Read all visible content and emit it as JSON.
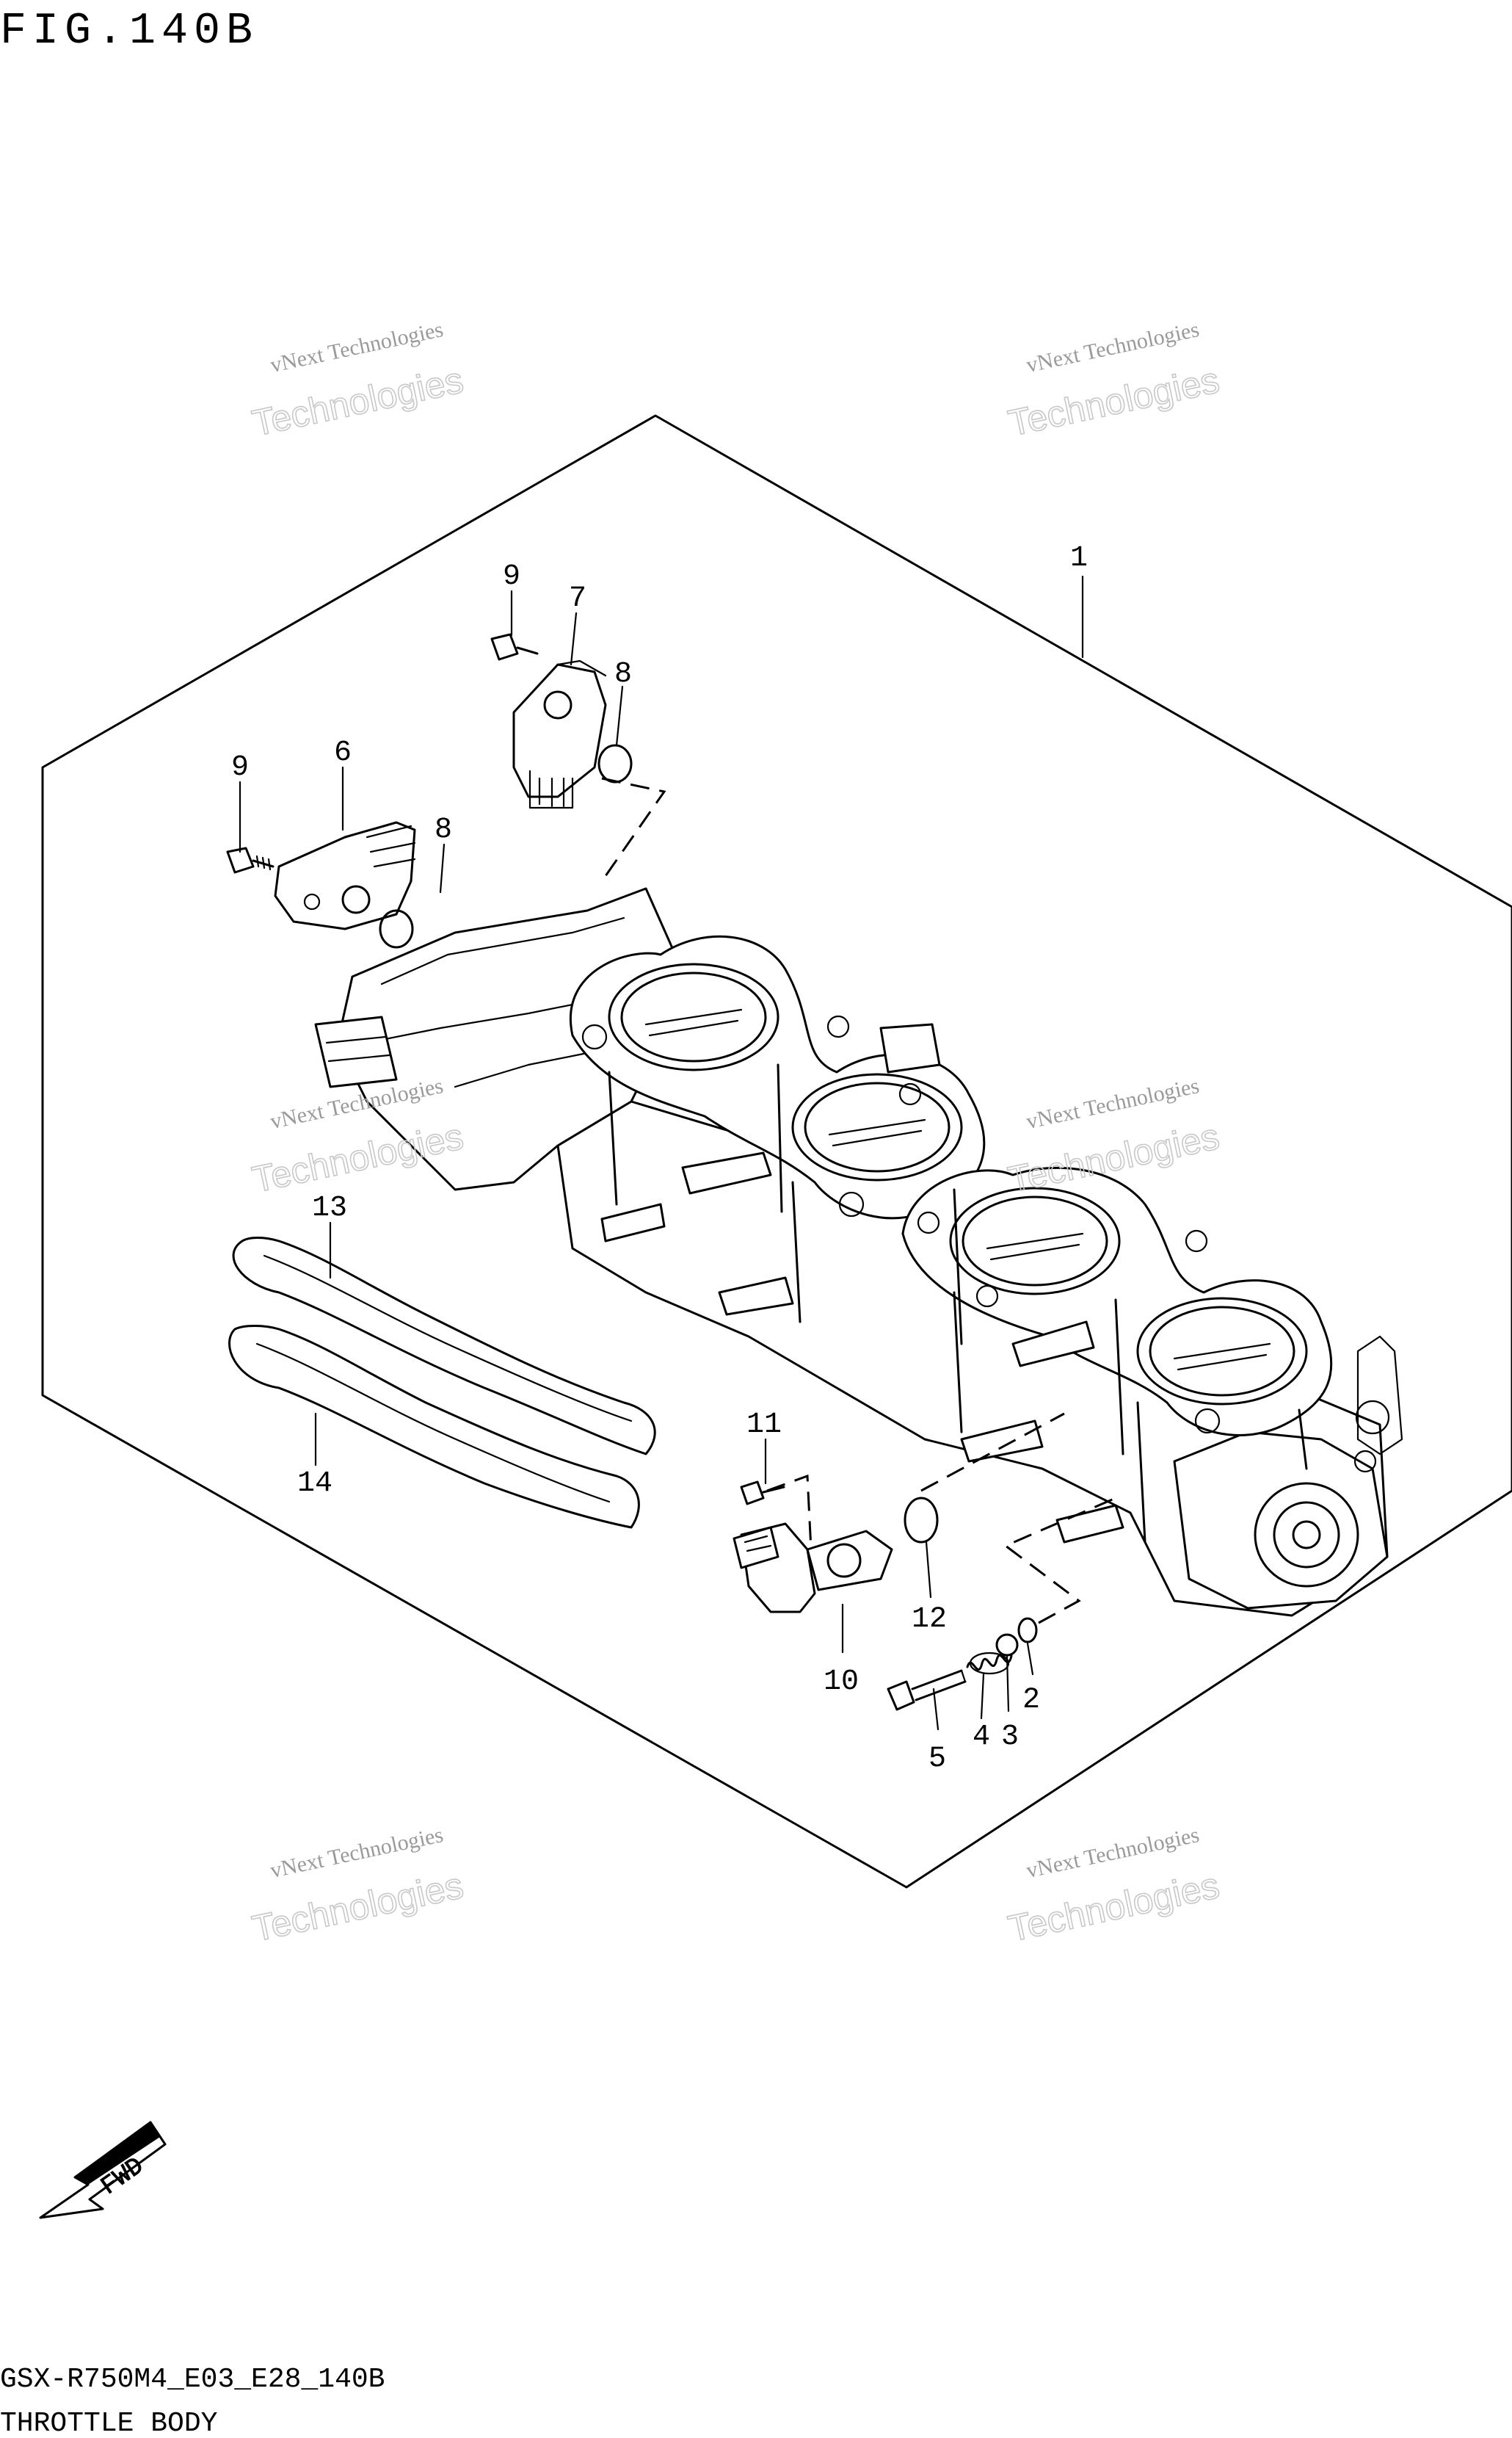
{
  "figure": {
    "title": "FIG.140B",
    "code": "GSX-R750M4_E03_E28_140B",
    "caption": "THROTTLE BODY"
  },
  "watermark": {
    "line1": "vNext Technologies",
    "line2": "Technologies"
  },
  "fwd_label": "FWD",
  "callouts": [
    "1",
    "2",
    "3",
    "4",
    "5",
    "6",
    "7",
    "8",
    "8",
    "9",
    "9",
    "10",
    "11",
    "12",
    "13",
    "14"
  ]
}
